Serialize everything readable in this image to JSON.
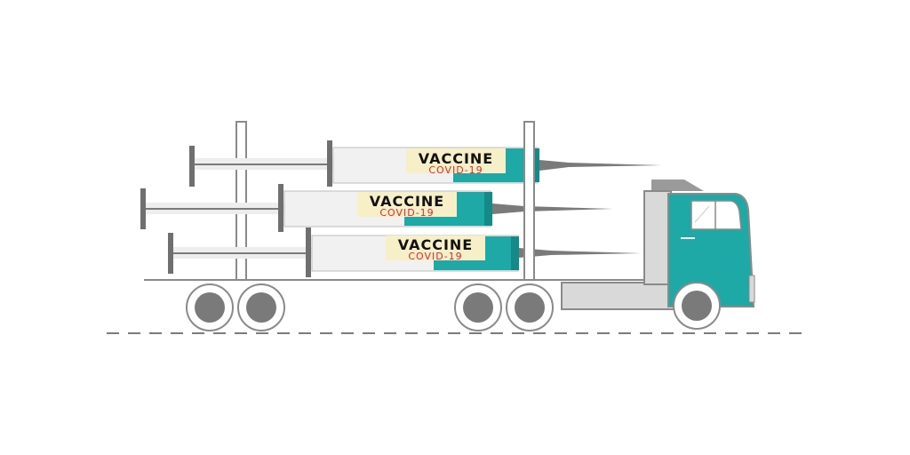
{
  "illustration": {
    "syringes": [
      {
        "label_title": "VACCINE",
        "label_subtitle": "COVID-19"
      },
      {
        "label_title": "VACCINE",
        "label_subtitle": "COVID-19"
      },
      {
        "label_title": "VACCINE",
        "label_subtitle": "COVID-19"
      }
    ]
  },
  "colors": {
    "teal": "#1FA9A6",
    "teal_dark": "#138a87",
    "label_cream": "#F7EFC8",
    "covid_red": "#E0282E",
    "gray_line": "#8a8a8a",
    "gray_fill": "#d6d6d6",
    "dark_gray": "#6f6f6f"
  }
}
